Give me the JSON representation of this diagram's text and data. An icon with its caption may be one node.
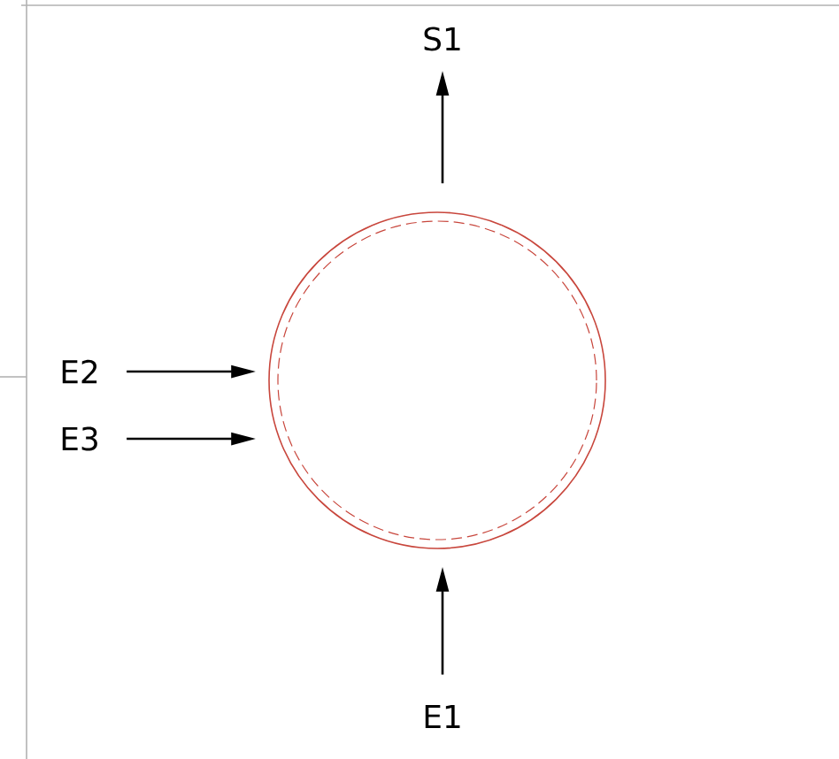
{
  "diagram": {
    "nodes": [
      {
        "text": [],
        "shape": "circle"
      },
      {
        "text": [
          "S1"
        ]
      },
      {
        "text": [
          "E2"
        ]
      },
      {
        "text": [
          "E3"
        ]
      },
      {
        "text": [
          "E1"
        ]
      }
    ],
    "edges": [
      {
        "from": 0,
        "to": 1,
        "arrow": "to"
      },
      {
        "from": 2,
        "to": 0,
        "arrow": "to"
      },
      {
        "from": 3,
        "to": 0,
        "arrow": "to"
      },
      {
        "from": 4,
        "to": 0,
        "arrow": "to"
      }
    ]
  }
}
